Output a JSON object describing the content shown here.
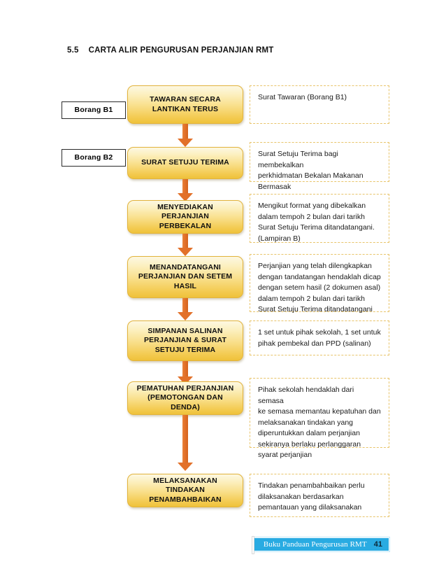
{
  "heading": {
    "number": "5.5",
    "text": "CARTA ALIR PENGURUSAN PERJANJIAN RMT"
  },
  "colors": {
    "box_top": "#fdf8e2",
    "box_bottom": "#efc23a",
    "box_border": "#e2b33c",
    "arrow": "#e2712a",
    "note_border": "#e8c46a",
    "footer_bg": "#29abe2",
    "footer_text": "#ffffff"
  },
  "flow": {
    "steps": [
      {
        "id": "step-1",
        "tag": "Borang B1",
        "box": "TAWARAN SECARA\nLANTIKAN TERUS",
        "box_line1": "TAWARAN SECARA",
        "box_line2": "LANTIKAN TERUS",
        "note": "Surat Tawaran (Borang B1)"
      },
      {
        "id": "step-2",
        "tag": "Borang B2",
        "box": "SURAT SETUJU TERIMA",
        "box_line1": "SURAT SETUJU TERIMA",
        "box_line2": "",
        "note": "Surat Setuju Terima bagi membekalkan\nperkhidmatan Bekalan Makanan\nBermasak"
      },
      {
        "id": "step-3",
        "tag": "",
        "box": "MENYEDIAKAN PERJANJIAN\nPERBEKALAN",
        "box_line1": "MENYEDIAKAN PERJANJIAN",
        "box_line2": "PERBEKALAN",
        "note": "Mengikut format yang dibekalkan\ndalam tempoh 2 bulan dari tarikh\nSurat Setuju Terima ditandatangani.\n(Lampiran B)"
      },
      {
        "id": "step-4",
        "tag": "",
        "box": "MENANDATANGANI\nPERJANJIAN DAN SETEM\nHASIL",
        "box_line1": "MENANDATANGANI",
        "box_line2": "PERJANJIAN DAN SETEM",
        "box_line3": "HASIL",
        "note": "Perjanjian yang telah dilengkapkan\ndengan tandatangan hendaklah dicap\ndengan setem hasil (2 dokumen asal)\ndalam tempoh  2 bulan dari tarikh\nSurat  Setuju Terima ditandatangani"
      },
      {
        "id": "step-5",
        "tag": "",
        "box": "SIMPANAN SALINAN\nPERJANJIAN & SURAT\nSETUJU TERIMA",
        "box_line1": "SIMPANAN SALINAN",
        "box_line2": "PERJANJIAN & SURAT",
        "box_line3": "SETUJU TERIMA",
        "note": "1 set untuk pihak sekolah, 1 set untuk\npihak pembekal dan PPD (salinan)"
      },
      {
        "id": "step-6",
        "tag": "",
        "box": "PEMATUHAN PERJANJIAN\n(PEMOTONGAN DAN DENDA)",
        "box_line1": "PEMATUHAN PERJANJIAN",
        "box_line2": "(PEMOTONGAN DAN DENDA)",
        "note": "Pihak sekolah hendaklah dari semasa\nke semasa memantau kepatuhan dan\nmelaksanakan tindakan yang\ndiperuntukkan dalam perjanjian\nsekiranya berlaku perlanggaran\nsyarat perjanjian"
      },
      {
        "id": "step-7",
        "tag": "",
        "box": "MELAKSANAKAN TINDAKAN\nPENAMBAHBAIKAN",
        "box_line1": "MELAKSANAKAN TINDAKAN",
        "box_line2": "PENAMBAHBAIKAN",
        "note": "Tindakan penambahbaikan perlu\ndilaksanakan berdasarkan\npemantauan yang dilaksanakan"
      }
    ]
  },
  "footer": {
    "title": "Buku Panduan Pengurusan RMT",
    "page": "41"
  }
}
